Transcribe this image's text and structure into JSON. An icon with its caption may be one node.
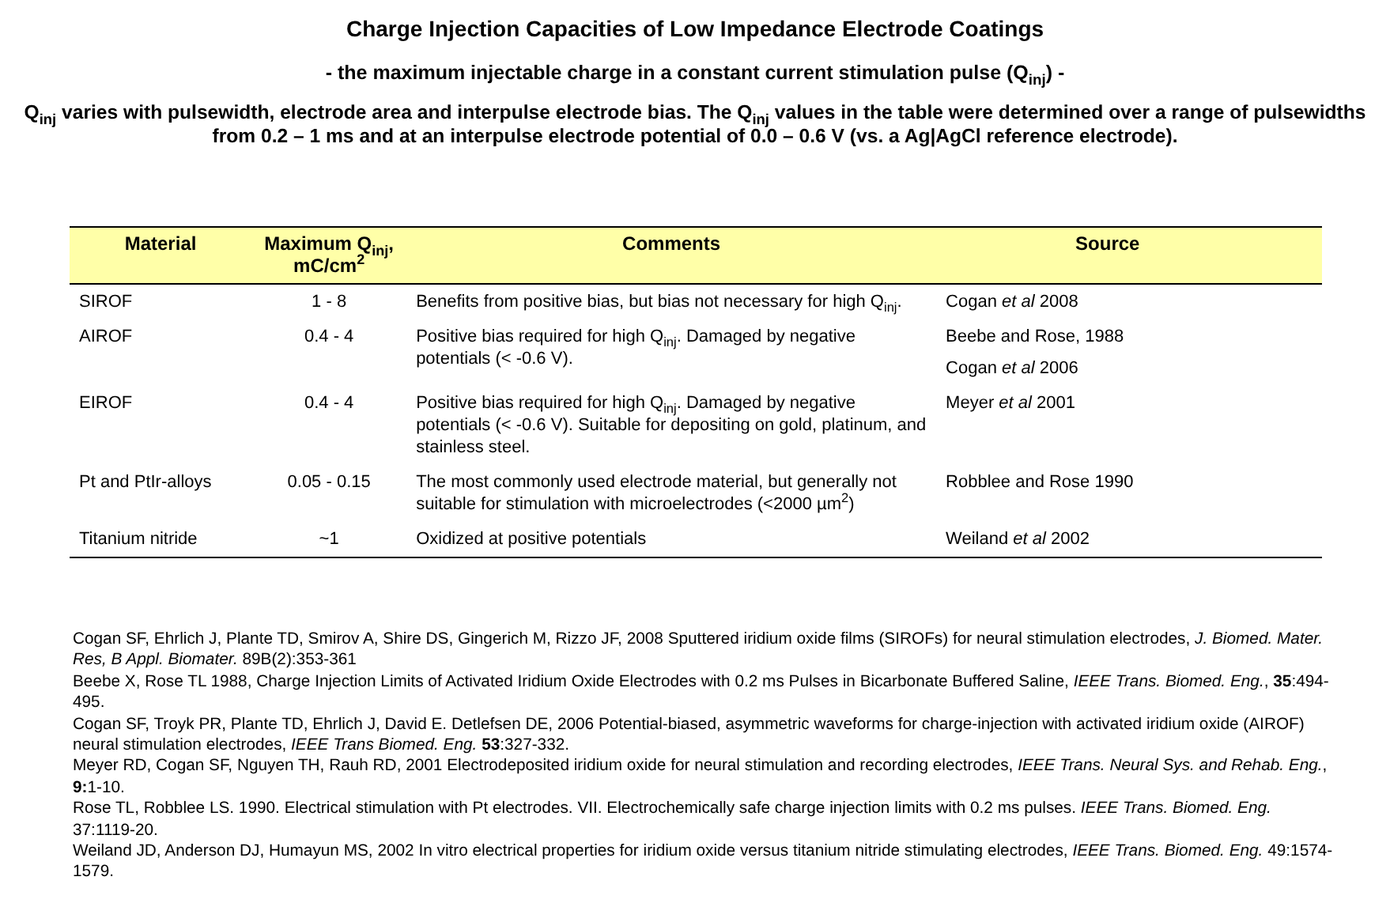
{
  "diagram": {
    "title": "Charge Injection Capacities of Low Impedance Electrode Coatings",
    "labels": [
      "-  the maximum injectable charge in a constant current stimulation pulse (Q$_{inj}$)  -",
      "Q$_{inj}$ varies with pulsewidth, electrode area and interpulse electrode bias. The Q$_{inj}$ values in the table were determined over a range of pulsewidths from 0.2 – 1 ms and at an interpulse electrode potential of 0.0 – 0.6 V (vs. a Ag|AgCl reference electrode).",
      "Material",
      "Maximum Q$_{inj}$, mC/cm$^{2}$",
      "Comments",
      "Source",
      "SIROF",
      "1 - 8",
      "Benefits from positive bias, but bias not necessary for high Q$_{inj}$.",
      "Cogan *et al* 2008",
      "AIROF",
      "0.4 - 4",
      "Positive bias required for high Q$_{inj}$. Damaged by negative potentials (< -0.6 V).",
      "Beebe and Rose, 1988",
      "Cogan *et al* 2006",
      "EIROF",
      "0.4 - 4",
      "Positive bias required for high Q$_{inj}$. Damaged by negative potentials (< -0.6 V). Suitable for depositing on gold, platinum, and stainless steel.",
      "Meyer *et al* 2001",
      "Pt and PtIr-alloys",
      "0.05 - 0.15",
      "The most commonly used electrode material, but generally not suitable for stimulation with microelectrodes (<2000 µm$^{2}$)",
      "Robblee and Rose 1990",
      "Titanium nitride",
      "~1",
      "Oxidized at positive potentials",
      "Weiland *et al* 2002",
      "Cogan SF, Ehrlich J, Plante TD, Smirov A, Shire DS, Gingerich M, Rizzo JF, 2008 Sputtered iridium oxide films (SIROFs) for neural stimulation electrodes, *J. Biomed. Mater. Res, B Appl. Biomater.* 89B(2):353-361",
      "Beebe X, Rose TL 1988, Charge Injection Limits of Activated Iridium Oxide Electrodes with 0.2 ms Pulses in Bicarbonate Buffered Saline, *IEEE Trans. Biomed. Eng.*, **35**:494-495.",
      "Cogan SF, Troyk PR, Plante TD, Ehrlich J, David E. Detlefsen DE, 2006  Potential-biased, asymmetric waveforms for charge-injection with activated iridium oxide (AIROF) neural stimulation electrodes, *IEEE Trans Biomed. Eng.* **53**:327-332.",
      "Meyer RD, Cogan SF, Nguyen TH, Rauh RD, 2001 Electrodeposited iridium oxide for neural stimulation and recording electrodes, *IEEE Trans. Neural Sys. and Rehab. Eng.*, **9:**1-10.",
      "Rose TL, Robblee LS. 1990. Electrical stimulation with Pt electrodes. VII. Electrochemically safe charge injection limits with 0.2 ms pulses. *IEEE Trans. Biomed. Eng.* 37:1119-20.",
      "Weiland JD, Anderson DJ, Humayun MS, 2002 In vitro electrical properties for iridium oxide versus titanium nitride stimulating electrodes, *IEEE Trans. Biomed. Eng.* 49:1574-1579."
    ]
  }
}
